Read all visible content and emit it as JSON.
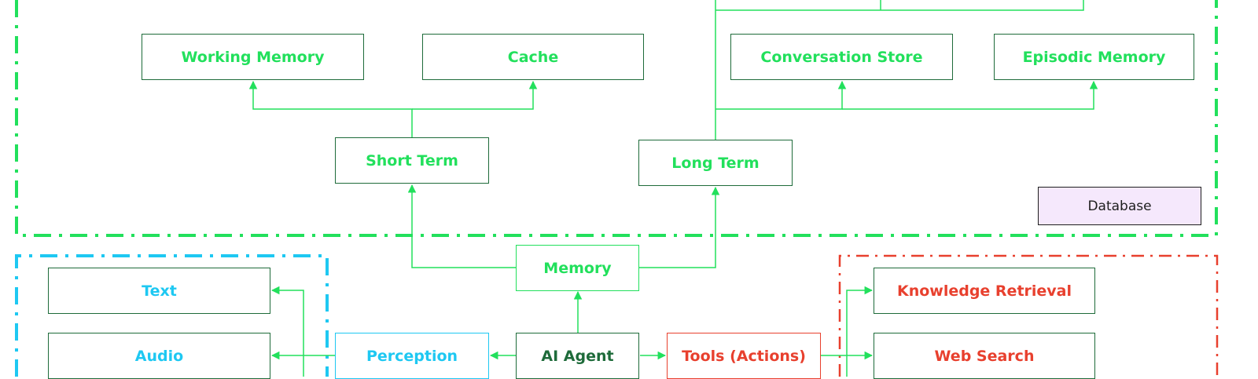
{
  "nodes": {
    "working_memory": "Working Memory",
    "cache": "Cache",
    "conversation_store": "Conversation Store",
    "episodic_memory": "Episodic Memory",
    "short_term": "Short Term",
    "long_term": "Long Term",
    "memory": "Memory",
    "text": "Text",
    "audio": "Audio",
    "perception": "Perception",
    "ai_agent": "AI Agent",
    "tools": "Tools (Actions)",
    "knowledge_retrieval": "Knowledge Retrieval",
    "web_search": "Web Search"
  },
  "legend": {
    "database": "Database"
  },
  "colors": {
    "memory_group": "#22e05c",
    "perception_group": "#1ec8f2",
    "tools_group": "#e8402e",
    "node_border": "#1e6b3a",
    "legend_fill": "#f5e8fc"
  }
}
